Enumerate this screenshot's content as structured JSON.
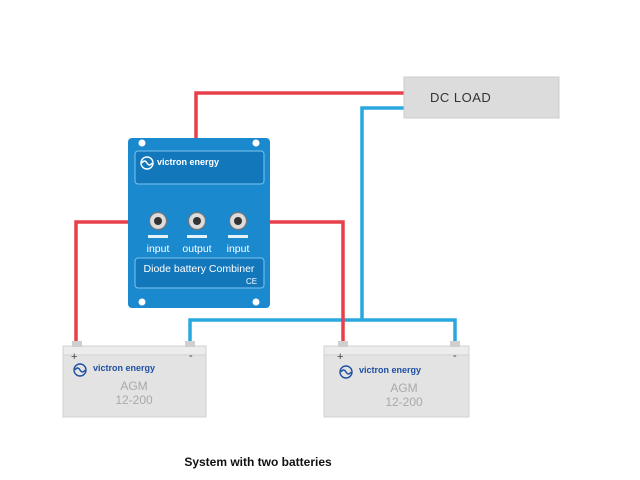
{
  "load": {
    "label": "DC LOAD"
  },
  "combiner": {
    "brand": "victron energy",
    "terminals": [
      "input",
      "output",
      "input"
    ],
    "model": "Diode battery Combiner",
    "mark": "CE"
  },
  "batteries": [
    {
      "positive": "+",
      "negative": "-",
      "brand": "victron energy",
      "type": "AGM",
      "rating": "12-200"
    },
    {
      "positive": "+",
      "negative": "-",
      "brand": "victron energy",
      "type": "AGM",
      "rating": "12-200"
    }
  ],
  "caption": "System with two batteries",
  "colors": {
    "positive_wire": "#e8404a",
    "negative_wire": "#29a8e0",
    "combiner_body": "#1a89cd",
    "battery_body": "#e3e3e3"
  }
}
